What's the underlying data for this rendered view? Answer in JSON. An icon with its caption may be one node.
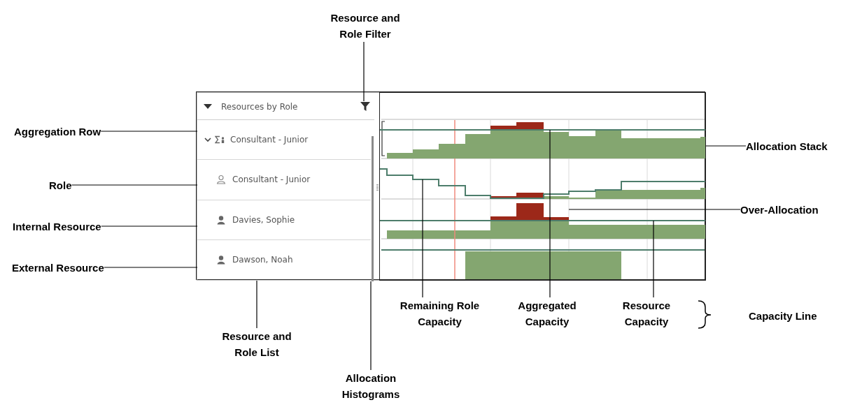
{
  "diagram": {
    "nodes": [
      {
        "text": [
          "Resource and Role Filter"
        ]
      },
      {
        "text": [],
        "shape": "box"
      },
      {
        "text": [],
        "shape": "box",
        "in": 1
      },
      {
        "text": [
          "Resources by Role"
        ],
        "in": 2
      },
      {
        "text": [],
        "shape": "funnel",
        "in": 3
      },
      {
        "text": [
          "Consultant - Junior"
        ],
        "in": 2
      },
      {
        "text": [
          "Consultant - Junior"
        ],
        "in": 2
      },
      {
        "text": [
          "Davies, Sophie"
        ],
        "in": 2
      },
      {
        "text": [
          "Dawson, Noah"
        ],
        "in": 2
      },
      {
        "text": [],
        "shape": "bar",
        "in": 2
      },
      {
        "text": [],
        "shape": "box",
        "in": 1
      },
      {
        "text": [],
        "shape": "bar",
        "in": 10
      },
      {
        "text": [],
        "shape": "line",
        "in": 10
      },
      {
        "text": [],
        "shape": "line",
        "in": 10
      },
      {
        "text": [],
        "shape": "bar",
        "in": 10
      },
      {
        "text": [],
        "shape": "line",
        "in": 10
      },
      {
        "text": [
          "Aggregation Row"
        ]
      },
      {
        "text": [
          "Role"
        ]
      },
      {
        "text": [
          "Internal Resource"
        ]
      },
      {
        "text": [
          "External Resource"
        ]
      },
      {
        "text": [
          "Allocation Stack"
        ]
      },
      {
        "text": [
          "Over-Allocation"
        ]
      },
      {
        "text": [
          "Resource and Role List"
        ]
      },
      {
        "text": [
          "Allocation Histograms"
        ]
      },
      {
        "text": [
          "Remaining Role Capacity"
        ]
      },
      {
        "text": [
          "Aggregated Capacity"
        ]
      },
      {
        "text": [
          "Resource Capacity"
        ]
      }
    ],
    "edges": [
      {
        "from": 0,
        "to": 4,
        "arrow": "none"
      },
      {
        "from": 16,
        "to": 5,
        "arrow": "none"
      },
      {
        "from": 17,
        "to": 6,
        "arrow": "none"
      },
      {
        "from": 18,
        "to": 7,
        "arrow": "none"
      },
      {
        "from": 19,
        "to": 8,
        "arrow": "none"
      },
      {
        "from": 20,
        "to": 11,
        "arrow": "none"
      },
      {
        "from": 21,
        "to": 14,
        "arrow": "none"
      },
      {
        "from": 22,
        "to": 2,
        "arrow": "none"
      },
      {
        "from": 23,
        "to": 9,
        "arrow": "none"
      },
      {
        "from": 24,
        "to": 13,
        "arrow": "none"
      },
      {
        "from": 25,
        "to": 12,
        "arrow": "none"
      },
      {
        "from": 26,
        "to": 15,
        "arrow": "none"
      }
    ],
    "labels": [
      "Capacity Line"
    ]
  }
}
